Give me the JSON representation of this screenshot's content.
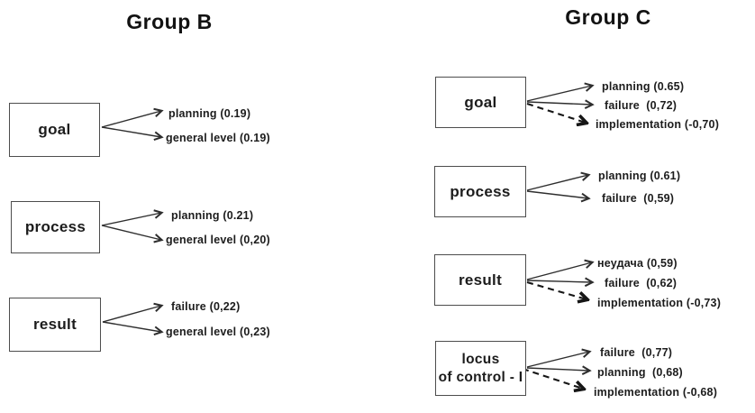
{
  "figure": {
    "background": "#ffffff",
    "text_color": "#1c1c1c",
    "line_color": "#2e2e2e"
  },
  "groups": [
    {
      "title": "Group B",
      "nodes": [
        {
          "label": "goal",
          "outcomes": [
            {
              "text": "planning (0.19)",
              "dashed": false
            },
            {
              "text": "general level (0.19)",
              "dashed": false
            }
          ]
        },
        {
          "label": "process",
          "outcomes": [
            {
              "text": "planning (0.21)",
              "dashed": false
            },
            {
              "text": "general level (0,20)",
              "dashed": false
            }
          ]
        },
        {
          "label": "result",
          "outcomes": [
            {
              "text": "failure (0,22)",
              "dashed": false
            },
            {
              "text": "general level (0,23)",
              "dashed": false
            }
          ]
        }
      ]
    },
    {
      "title": "Group C",
      "nodes": [
        {
          "label": "goal",
          "outcomes": [
            {
              "text": "planning (0.65)",
              "dashed": false
            },
            {
              "text": "failure  (0,72)",
              "dashed": false
            },
            {
              "text": "implementation (-0,70)",
              "dashed": true
            }
          ]
        },
        {
          "label": "process",
          "outcomes": [
            {
              "text": "planning (0.61)",
              "dashed": false
            },
            {
              "text": "failure  (0,59)",
              "dashed": false
            }
          ]
        },
        {
          "label": "result",
          "outcomes": [
            {
              "text": "неудача (0,59)",
              "dashed": false
            },
            {
              "text": "failure  (0,62)",
              "dashed": false
            },
            {
              "text": "implementation (-0,73)",
              "dashed": true
            }
          ]
        },
        {
          "label": "locus\nof control - I",
          "outcomes": [
            {
              "text": "failure  (0,77)",
              "dashed": false
            },
            {
              "text": "planning  (0,68)",
              "dashed": false
            },
            {
              "text": "implementation (-0,68)",
              "dashed": true
            }
          ]
        }
      ]
    }
  ]
}
